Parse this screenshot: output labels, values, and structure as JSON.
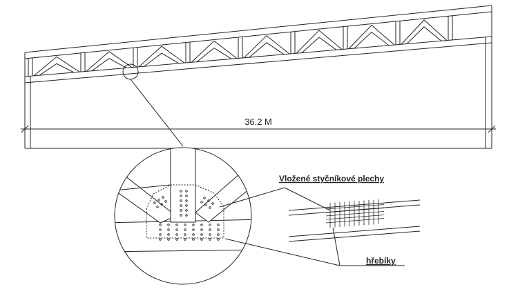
{
  "dimension_label": "36.2 M",
  "callouts": {
    "plates_label": "Vložené styčníkové plechy",
    "nails_label": "hřebíky"
  },
  "colors": {
    "line": "#222222",
    "background": "#ffffff"
  }
}
